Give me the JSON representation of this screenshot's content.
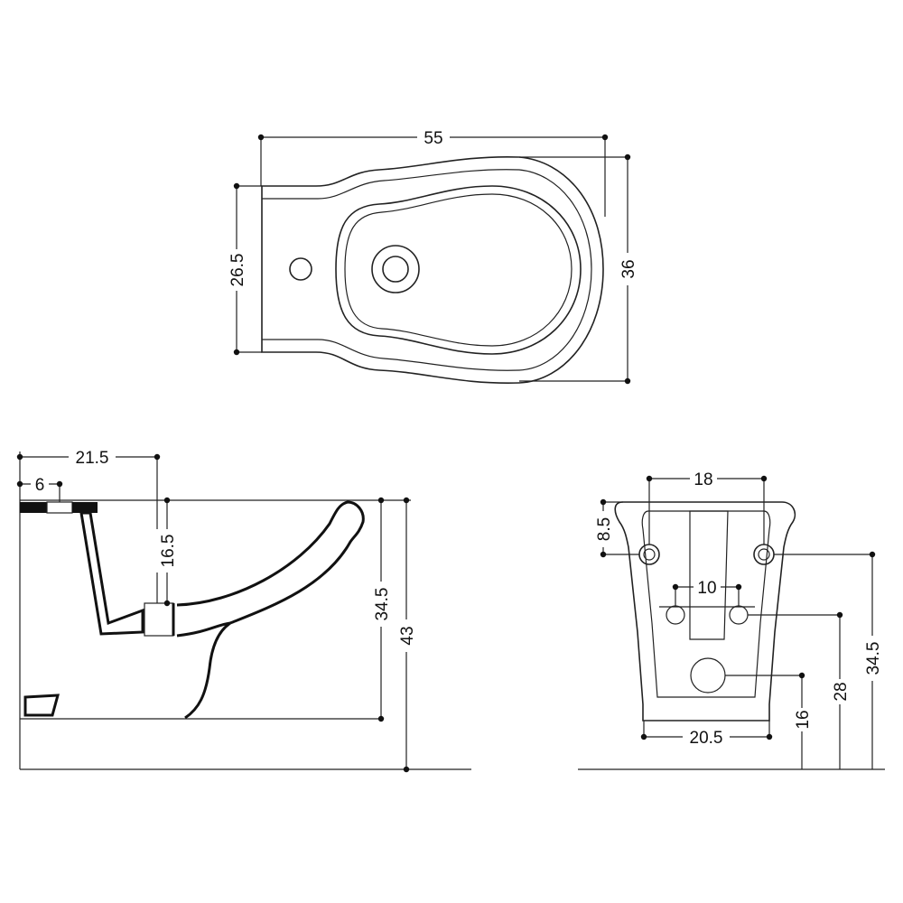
{
  "diagram": {
    "top_view": {
      "dim_width": "55",
      "dim_depth": "36",
      "dim_back_width": "26.5"
    },
    "side_view": {
      "dim_depth": "21.5",
      "dim_rim": "6",
      "dim_bowl_depth": "16.5",
      "dim_body_height": "34.5",
      "dim_total_height": "43"
    },
    "rear_view": {
      "dim_fix_spacing": "18",
      "dim_fix_offset": "8.5",
      "dim_supply_spacing": "10",
      "dim_base_width": "20.5",
      "dim_waste_height": "16",
      "dim_supply_height": "28",
      "dim_fix_height": "34.5"
    }
  }
}
